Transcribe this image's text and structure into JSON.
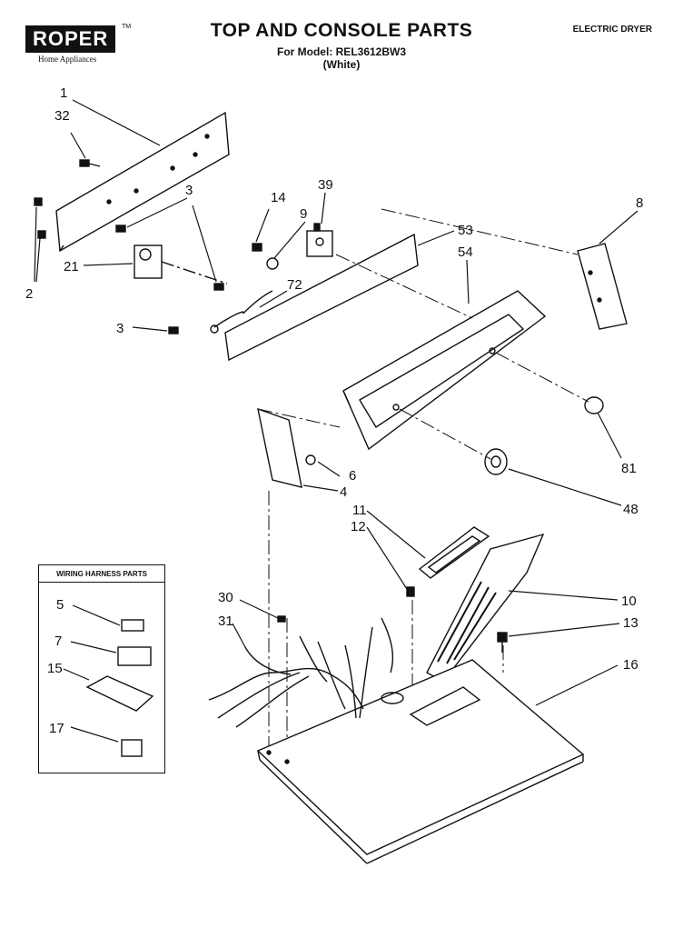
{
  "header": {
    "brand": "ROPER",
    "brand_tm": "TM",
    "brand_sub": "Home Appliances",
    "title": "TOP AND CONSOLE PARTS",
    "model_line": "For Model: REL3612BW3",
    "color_line": "(White)",
    "category": "ELECTRIC DRYER"
  },
  "harness_box": {
    "title": "WIRING HARNESS PARTS"
  },
  "callouts": [
    "1",
    "32",
    "3",
    "2",
    "21",
    "14",
    "9",
    "39",
    "53",
    "54",
    "8",
    "3",
    "72",
    "81",
    "48",
    "6",
    "4",
    "11",
    "12",
    "10",
    "13",
    "16",
    "30",
    "31",
    "5",
    "7",
    "15",
    "17"
  ]
}
